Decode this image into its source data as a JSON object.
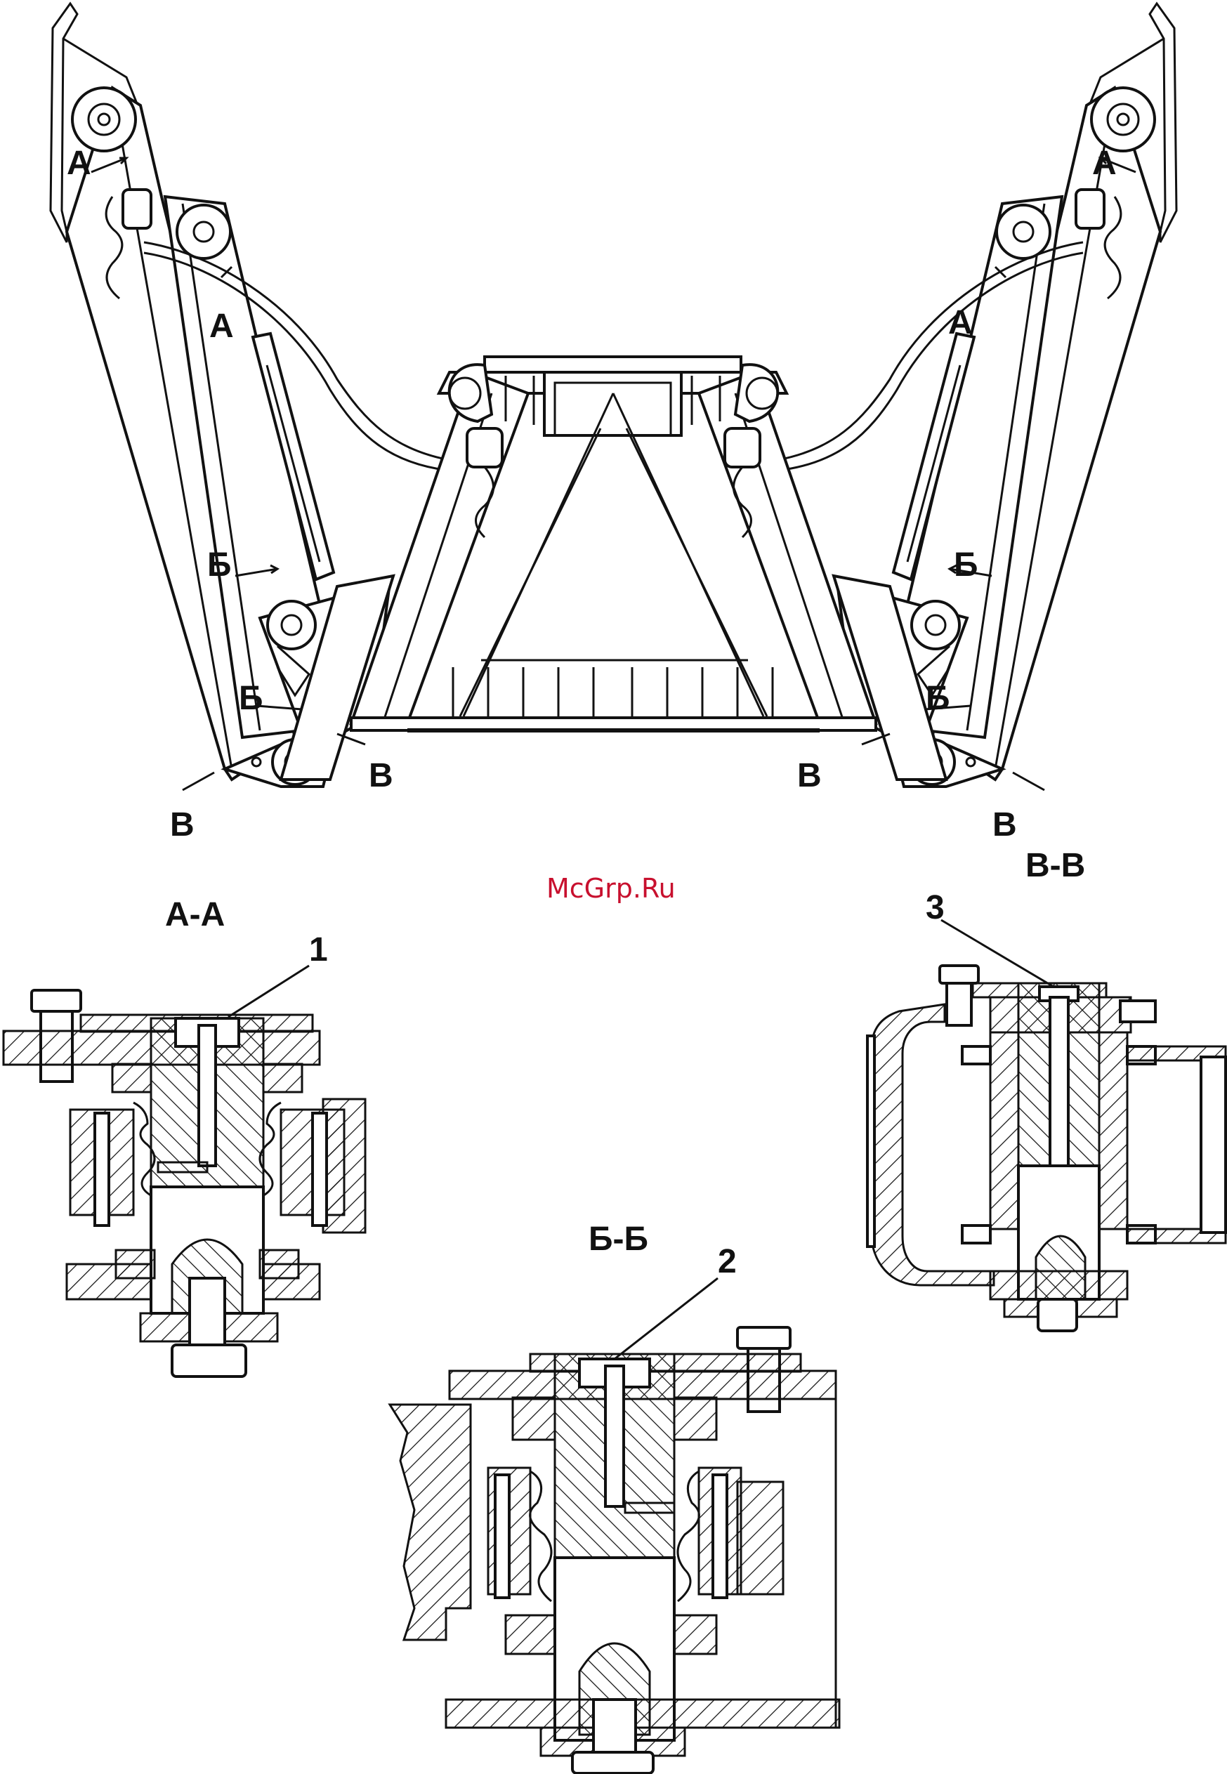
{
  "watermark": "McGrp.Ru",
  "view_markers": {
    "a": "А",
    "b": "Б",
    "v": "В"
  },
  "sections": {
    "aa": {
      "title": "А-А",
      "callout": "1"
    },
    "bb": {
      "title": "Б-Б",
      "callout": "2"
    },
    "vv": {
      "title": "В-В",
      "callout": "3"
    }
  }
}
